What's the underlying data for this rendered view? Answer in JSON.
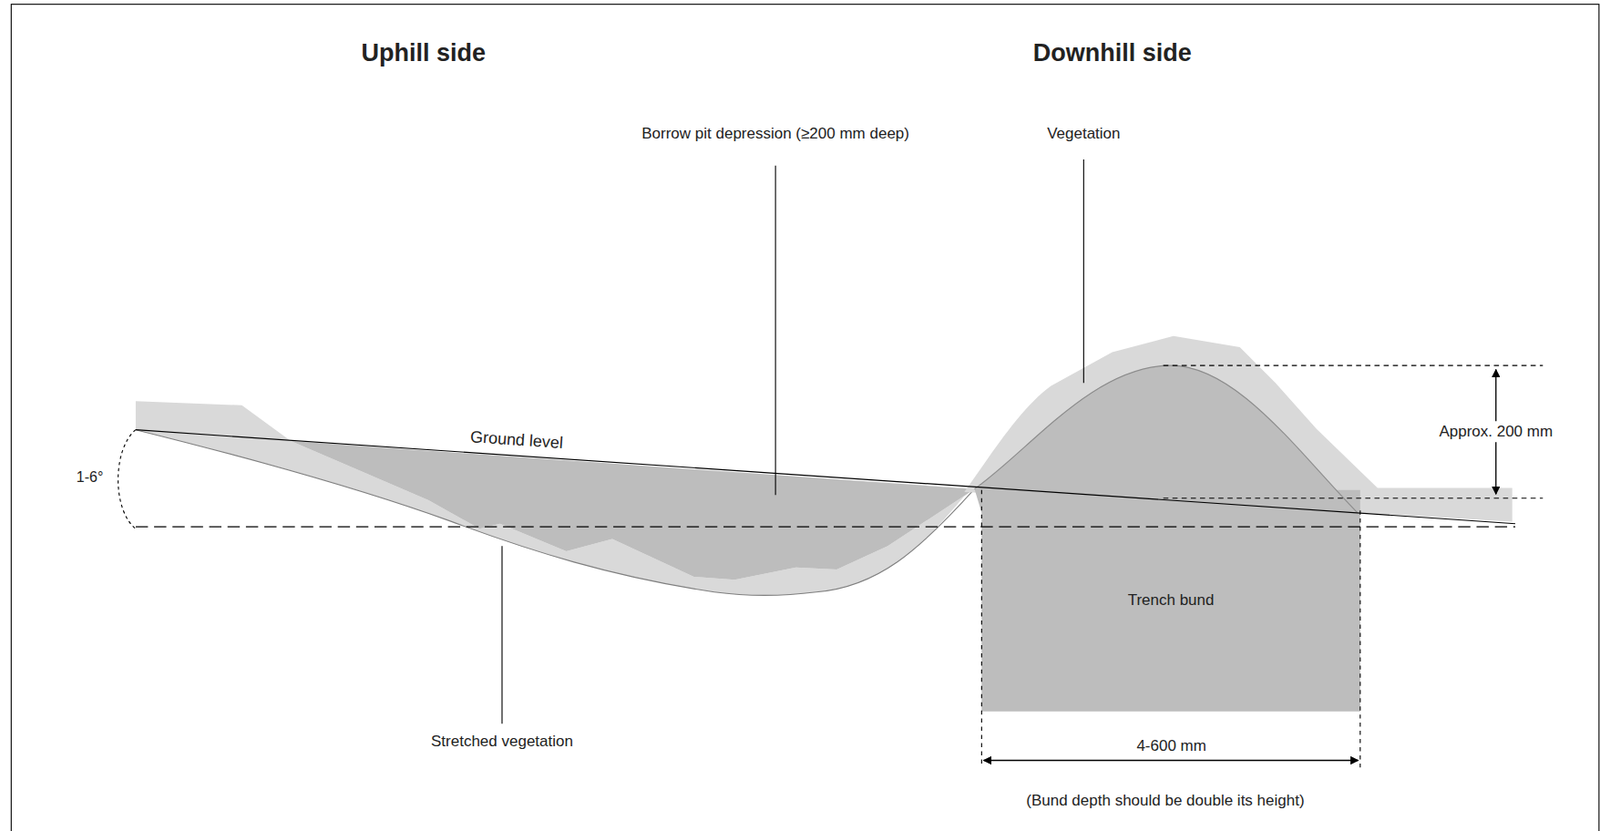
{
  "diagram": {
    "nodes": [
      {
        "text": [
          "Trench bund"
        ]
      }
    ],
    "labels": [
      "Uphill side",
      "Downhill side",
      "Borrow pit depression (≥200 mm deep)",
      "Vegetation",
      "Ground level",
      "1-6°",
      "Approx. 200 mm",
      "Stretched vegetation",
      "4-600 mm",
      "(Bund depth should be double its height)"
    ]
  }
}
